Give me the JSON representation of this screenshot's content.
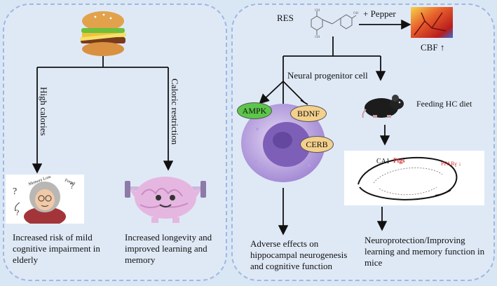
{
  "left_panel": {
    "label_high_calories": "High calories",
    "label_caloric_restriction": "Caloric restriction",
    "memory_labels": [
      "Memory Loss",
      "Forget"
    ],
    "outcome_high": "Increased risk of mild cognitive impairment in elderly",
    "outcome_restriction": "Increased longevity and improved learning and memory"
  },
  "right_panel": {
    "res_label": "RES",
    "pepper_label": "+ Pepper",
    "cbf_label": "CBF ↑",
    "npc_label": "Neural progenitor cell",
    "ampk_label": "AMPK",
    "bdnf_label": "BDNF",
    "cerb_label": "CERB",
    "feeding_label": "Feeding HC diet",
    "ca1_label": "CA1",
    "ptgs_label": "Ptgs",
    "ppar_label": "PPARγ ↓",
    "outcome_cell": "Adverse effects on hippocampal neurogenesis and cognitive function",
    "outcome_mice": "Neuroprotection/Improving learning and memory function in mice"
  },
  "colors": {
    "ampk": "#5cc64a",
    "bdnf": "#f3d08c",
    "cerb": "#f3d08c",
    "panel_border": "#9fb8e3",
    "background": "#d9e6f4"
  }
}
